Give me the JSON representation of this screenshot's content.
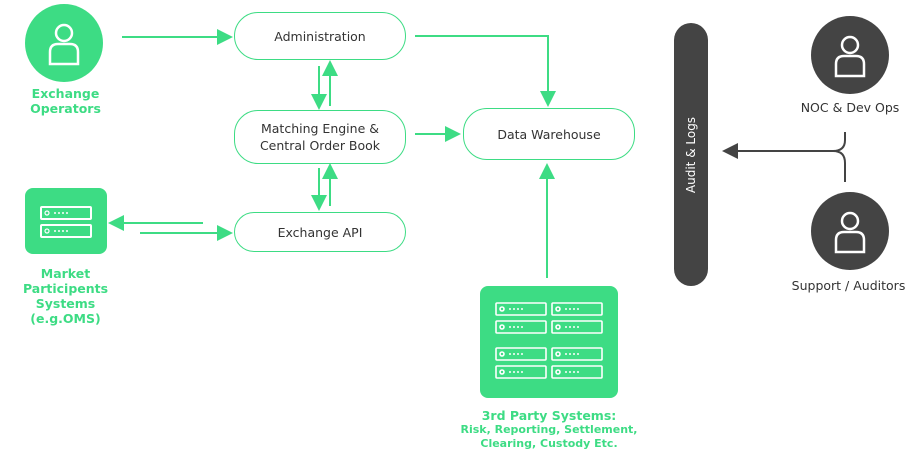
{
  "nodes": {
    "administration": "Administration",
    "matching_engine_line1": "Matching Engine &",
    "matching_engine_line2": "Central Order Book",
    "exchange_api": "Exchange API",
    "data_warehouse": "Data Warehouse",
    "audit_logs": "Audit & Logs"
  },
  "actors": {
    "exchange_operators": "Exchange Operators",
    "market_participants_line1": "Market Participents",
    "market_participants_line2": "Systems (e.g.OMS)",
    "noc_dev_ops": "NOC & Dev Ops",
    "support_auditors": "Support / Auditors"
  },
  "third_party": {
    "title": "3rd Party Systems:",
    "line1": "Risk, Reporting, Settlement,",
    "line2": "Clearing, Custody Etc."
  },
  "colors": {
    "accent_green": "#3ddc84",
    "dark_grey": "#444444",
    "text_dark": "#333333"
  },
  "icons": {
    "person": "person-icon",
    "server": "server-rack-icon"
  }
}
